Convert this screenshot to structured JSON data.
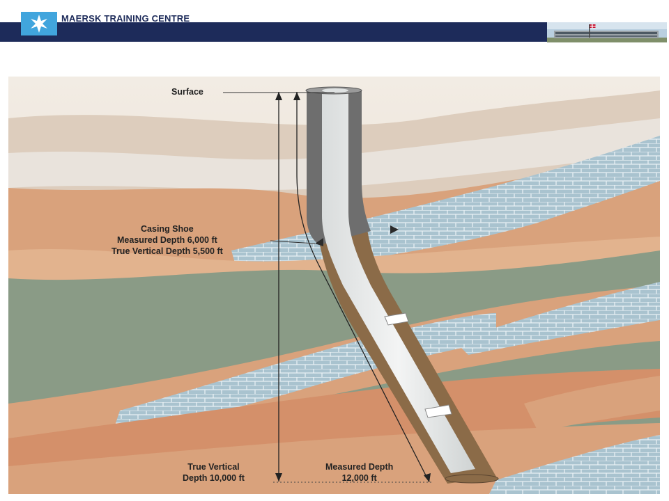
{
  "header": {
    "brand_title": "MAERSK TRAINING CENTRE",
    "logo": "maersk-star-icon",
    "brand_color": "#1d2b5a",
    "logo_color": "#41a5dd"
  },
  "diagram": {
    "labels": {
      "surface": "Surface",
      "casing_shoe": [
        "Casing Shoe",
        "Measured Depth 6,000 ft",
        "True Vertical Depth 5,500 ft"
      ],
      "true_vertical_depth": [
        "True Vertical",
        "Depth 10,000 ft"
      ],
      "measured_depth": [
        "Measured Depth",
        "12,000 ft"
      ]
    },
    "colors": {
      "sandstone": "#d9a27c",
      "limestone": "#a9c3cf",
      "shale": "#8a9b86",
      "casing": "#6e6e6e",
      "open_hole": "#8b6b48"
    }
  }
}
